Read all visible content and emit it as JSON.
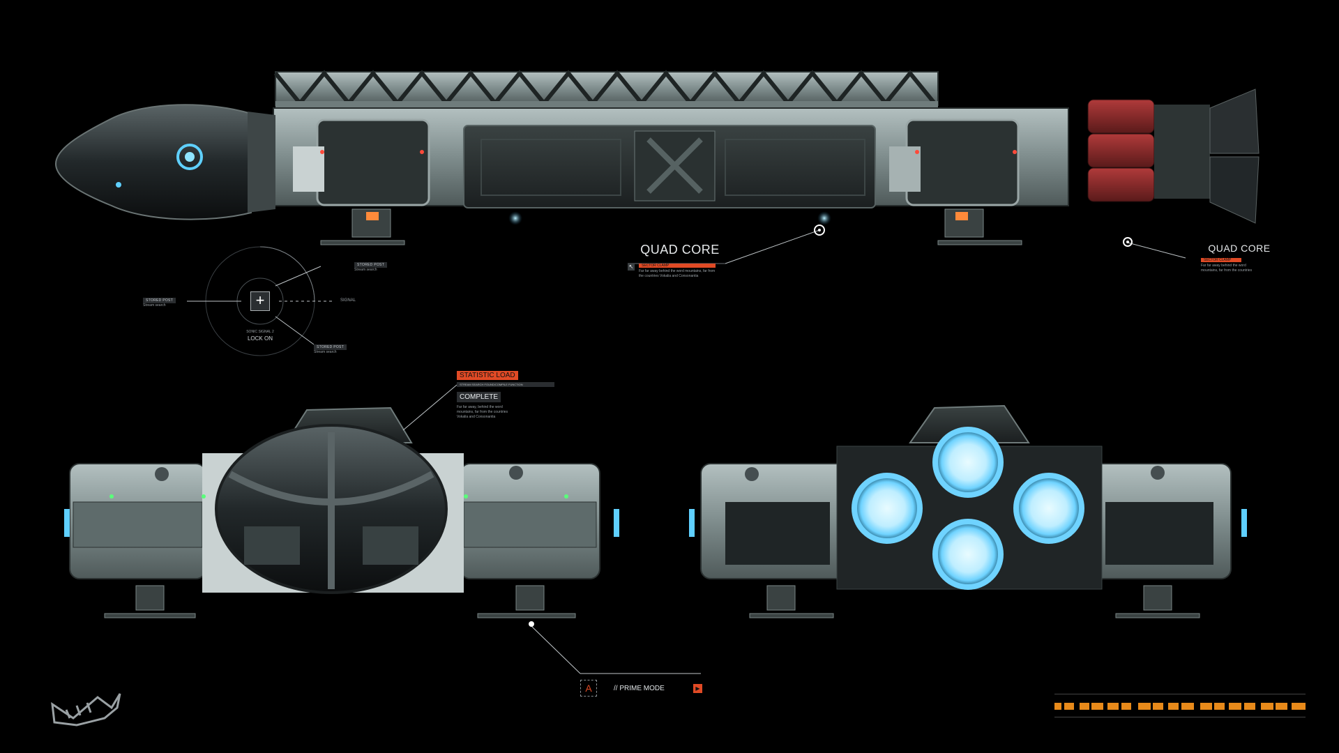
{
  "hud": {
    "quad_core_main": {
      "title": "QUAD CORE",
      "badge": "SECTOR CLAMP",
      "desc": "Far far away behind the word mountains, far from the countries Vokalia and Consonantia"
    },
    "quad_core_side": {
      "title": "QUAD CORE",
      "badge": "SECTOR CLAMP",
      "desc": "Far far away behind the word mountains, far from the countries"
    },
    "lock_on": {
      "label": "LOCK ON",
      "sub": "SONIC SIGNAL 2",
      "signal": "SIGNAL",
      "tag_left": "STORED POST",
      "tag_top": "STORED POST",
      "tag_bottom": "STORED POST",
      "tag_left_sub": "Stream search",
      "tag_top_sub": "Stream search",
      "tag_bottom_sub": "Stream search"
    },
    "statistic": {
      "title": "STATISTIC LOAD",
      "sub": "STREAM SEARCH FOUND/COMPILE FUNCTION",
      "status": "COMPLETE",
      "desc": "Far far away, behind the word mountains, far from the countries Vokalia and Consonantia"
    },
    "prime_mode": {
      "letter": "A",
      "label": "// PRIME MODE"
    }
  },
  "colors": {
    "accent": "#e04a25",
    "glow": "#6fd3ff",
    "hull": "#8c9a9a",
    "fuel": "#8a2a2a"
  },
  "icons": [
    "crosshair-icon",
    "arrow-icon",
    "play-icon",
    "logo-fish-icon"
  ]
}
